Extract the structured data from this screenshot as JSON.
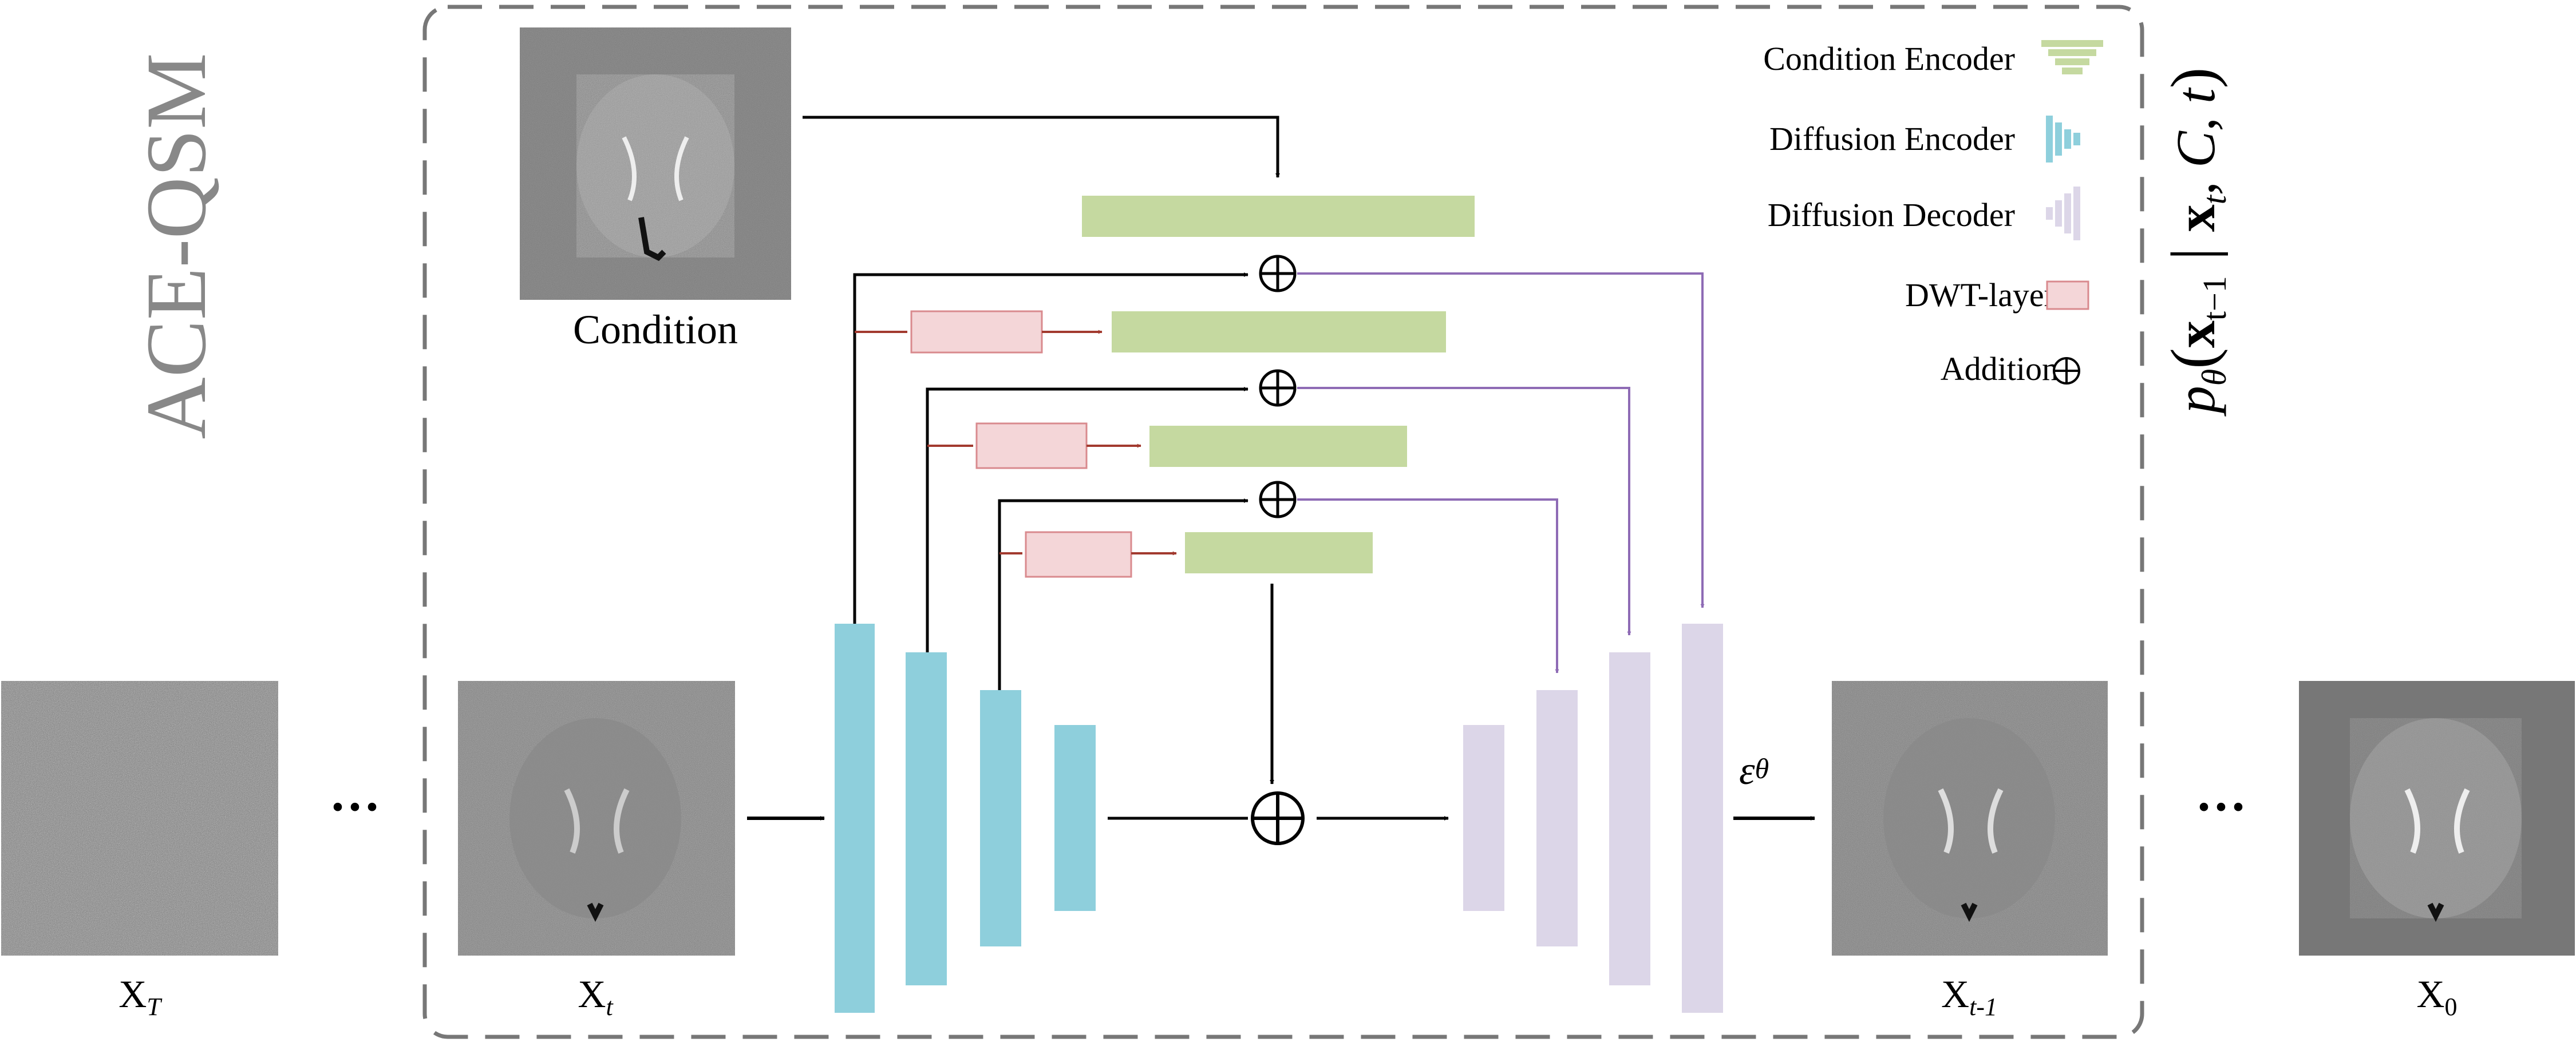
{
  "title": "ACE-QSM",
  "condition_label": "Condition",
  "legend": [
    {
      "key": "condition_encoder",
      "label": "Condition Encoder"
    },
    {
      "key": "diffusion_encoder",
      "label": "Diffusion Encoder"
    },
    {
      "key": "diffusion_decoder",
      "label": "Diffusion Decoder"
    },
    {
      "key": "dwt_layer",
      "label": "DWT-layer"
    },
    {
      "key": "addition",
      "label": "Addition"
    }
  ],
  "addition_symbol": "⊕",
  "ellipsis": "···",
  "images": {
    "x_T": {
      "base": "X",
      "sub": "T"
    },
    "x_t": {
      "base": "X",
      "sub": "t"
    },
    "x_t_minus_1": {
      "base": "X",
      "sub": "t-1"
    },
    "x_0": {
      "base": "X",
      "sub": "0"
    }
  },
  "epsilon": {
    "base": "ε",
    "sub": "θ"
  },
  "formula": {
    "p": "p",
    "theta": "θ",
    "open": "(",
    "x": "x",
    "sub_tm1": "t−1",
    "bar": "|",
    "x2": "x",
    "sub_t": "t",
    "rest": ", C, t",
    "close": ")"
  },
  "colors": {
    "condition_encoder": "#c5d9a0",
    "diffusion_encoder": "#8ecfdc",
    "diffusion_decoder": "#dcd6e8",
    "dwt_layer": "#f4d6d8",
    "dwt_stroke": "#d98a8e",
    "skip_arrow": "#8e6bb5",
    "dwt_arrow": "#a23a2f",
    "border": "#777777",
    "title_gray": "#888888"
  }
}
